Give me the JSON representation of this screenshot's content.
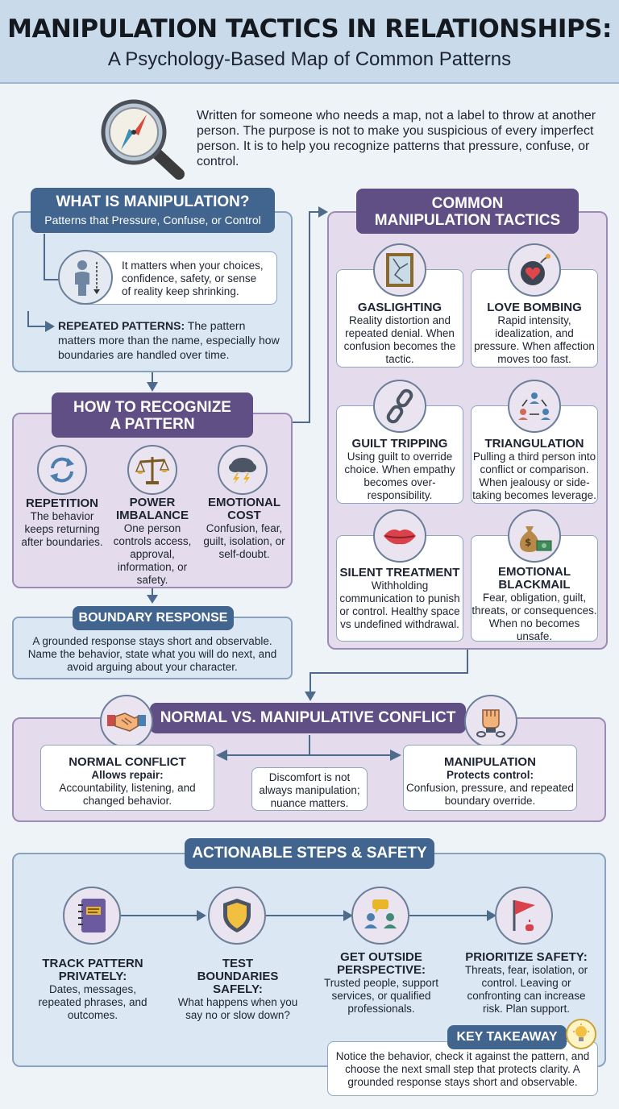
{
  "header": {
    "title": "MANIPULATION TACTICS IN RELATIONSHIPS:",
    "subtitle": "A Psychology-Based Map of Common Patterns"
  },
  "intro": "Written for someone who needs a map, not a label to throw at another person. The purpose is not to make you suspicious of every imperfect person. It is to help you recognize patterns that pressure, confuse, or control.",
  "what": {
    "title": "WHAT IS MANIPULATION?",
    "subtitle": "Patterns that Pressure, Confuse, or Control",
    "callout": "It matters when your choices, confidence, safety, or sense of reality keep shrinking.",
    "repeated_label": "REPEATED PATTERNS:",
    "repeated_text": "The pattern matters more than the name, especially how boundaries are handled over time."
  },
  "recognize": {
    "title_line1": "HOW TO RECOGNIZE",
    "title_line2": "A PATTERN",
    "items": [
      {
        "title": "REPETITION",
        "text": "The behavior keeps returning after boundaries."
      },
      {
        "title": "POWER IMBALANCE",
        "text": "One person controls access, approval, information, or safety."
      },
      {
        "title": "EMOTIONAL COST",
        "text": "Confusion, fear, guilt, isolation, or self-doubt."
      }
    ]
  },
  "boundary": {
    "title": "BOUNDARY RESPONSE",
    "text": "A grounded response stays short and observable. Name the behavior, state what you will do next, and avoid arguing about your character."
  },
  "tactics": {
    "title_line1": "COMMON",
    "title_line2": "MANIPULATION TACTICS",
    "items": [
      {
        "title": "GASLIGHTING",
        "text": "Reality distortion and repeated denial. When confusion becomes the tactic.",
        "icon": "broken-mirror-icon"
      },
      {
        "title": "LOVE BOMBING",
        "text": "Rapid intensity, idealization, and pressure. When affection moves too fast.",
        "icon": "heart-bomb-icon"
      },
      {
        "title": "GUILT TRIPPING",
        "text": "Using guilt to override choice. When empathy becomes over-responsibility.",
        "icon": "chain-icon"
      },
      {
        "title": "TRIANGULATION",
        "text": "Pulling a third person into conflict or comparison. When jealousy or side-taking becomes leverage.",
        "icon": "three-people-icon"
      },
      {
        "title": "SILENT TREATMENT",
        "text": "Withholding communication to punish or control. Healthy space vs undefined withdrawal.",
        "icon": "closed-lips-icon"
      },
      {
        "title": "EMOTIONAL BLACKMAIL",
        "text": "Fear, obligation, guilt, threats, or consequences. When no becomes unsafe.",
        "icon": "money-bag-icon"
      }
    ]
  },
  "conflict": {
    "title": "NORMAL VS. MANIPULATIVE CONFLICT",
    "normal_title": "NORMAL CONFLICT",
    "normal_sub": "Allows repair:",
    "normal_text": "Accountability, listening, and changed behavior.",
    "middle": "Discomfort is not always manipulation; nuance matters.",
    "manip_title": "MANIPULATION",
    "manip_sub": "Protects control:",
    "manip_text": "Confusion, pressure, and repeated boundary override."
  },
  "steps": {
    "title": "ACTIONABLE STEPS & SAFETY",
    "items": [
      {
        "title": "TRACK PATTERN PRIVATELY:",
        "text": "Dates, messages, repeated phrases, and outcomes."
      },
      {
        "title": "TEST BOUNDARIES SAFELY:",
        "text": "What happens when you say no or slow down?"
      },
      {
        "title": "GET OUTSIDE PERSPECTIVE:",
        "text": "Trusted people, support services, or qualified professionals."
      },
      {
        "title": "PRIORITIZE SAFETY:",
        "text": "Threats, fear, isolation, or control. Leaving or confronting can increase risk. Plan support."
      }
    ]
  },
  "takeaway": {
    "title": "KEY TAKEAWAY",
    "text": "Notice the behavior, check it against the pattern, and choose the next small step that protects clarity. A grounded response stays short and observable."
  }
}
